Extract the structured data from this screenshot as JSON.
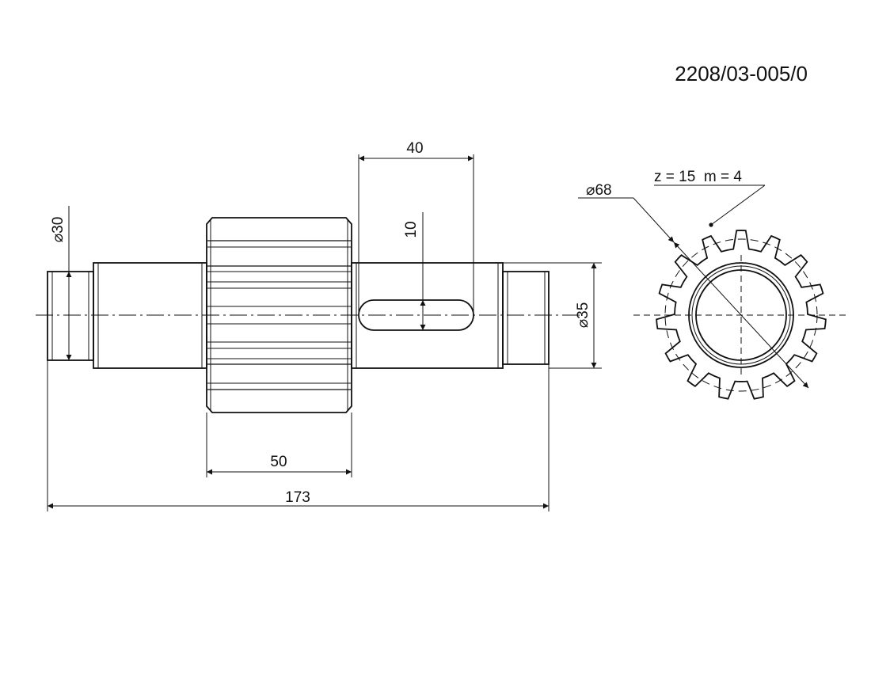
{
  "drawing": {
    "part_number": "2208/03-005/0",
    "dimensions": {
      "keyway_length": "40",
      "keyway_width": "10",
      "left_journal_diameter": "⌀30",
      "right_journal_diameter": "⌀35",
      "gear_width": "50",
      "overall_length": "173",
      "gear_outer_diameter": "⌀68"
    },
    "gear_spec": "z = 15  m = 4",
    "teeth_count": 15
  }
}
